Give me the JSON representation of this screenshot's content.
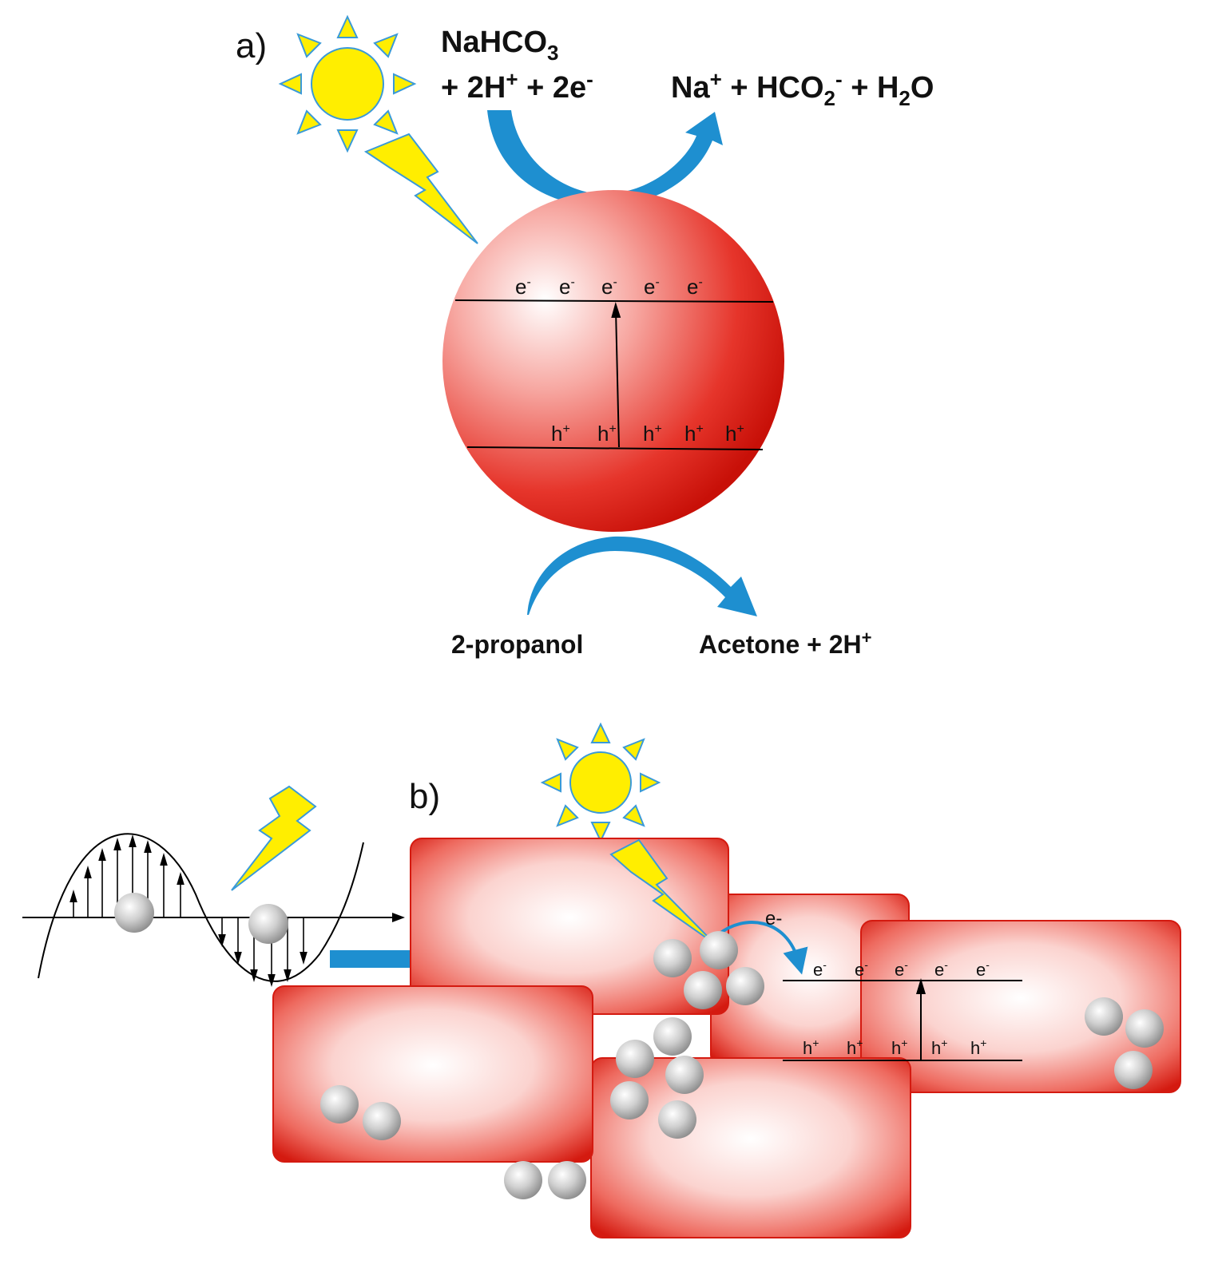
{
  "panel_a": {
    "label": "a)",
    "reactant_line1": "NaHCO",
    "reactant_line1_sub": "3",
    "reactant_line2_a": "+ 2H",
    "reactant_line2_sup1": "+",
    "reactant_line2_b": " + 2e",
    "reactant_line2_sup2": "-",
    "product_a": "Na",
    "product_sup1": "+",
    "product_b": " + HCO",
    "product_sub1": "2",
    "product_sup2": "-",
    "product_c": " + H",
    "product_sub2": "2",
    "product_d": "O",
    "electron": "e",
    "electron_sup": "-",
    "hole": "h",
    "hole_sup": "+",
    "oxidation_reactant": "2-propanol",
    "oxidation_product_a": "Acetone + 2H",
    "oxidation_product_sup": "+"
  },
  "panel_b": {
    "label": "b)",
    "transfer_electron": "e-",
    "electron": "e",
    "electron_sup": "-",
    "hole": "h",
    "hole_sup": "+"
  },
  "colors": {
    "particle_red": "#e01810",
    "arrow_blue": "#1e8fd0",
    "sun_yellow": "#ffee00",
    "sun_outline": "#3a9ad8",
    "nanoparticle_grey": "#b8b8b8"
  },
  "icons": [
    "sun-icon",
    "lightning-icon",
    "nanoparticle-icon",
    "wave-icon"
  ]
}
